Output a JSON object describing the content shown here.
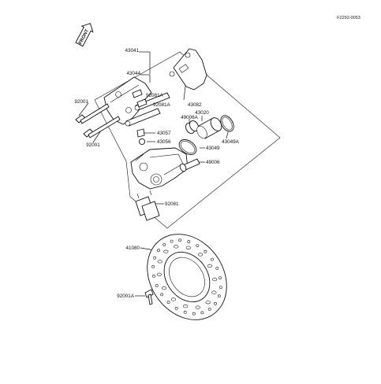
{
  "diagram": {
    "code": "F2292-0053",
    "front_label": "FRONT",
    "labels": {
      "p43041": "43041",
      "p43044": "43044",
      "p43082": "43082",
      "p92081A_a": "92081A",
      "p92081A_b": "92081A",
      "p92001_a": "92001",
      "p92001_b": "92001",
      "p43057": "43057",
      "p43056": "43056",
      "p49006A": "49006A",
      "p43020": "43020",
      "p43049A": "43049A",
      "p43049": "43049",
      "p49006": "49006",
      "p92081": "92081",
      "p41080": "41080",
      "p92001A": "92001A"
    }
  }
}
